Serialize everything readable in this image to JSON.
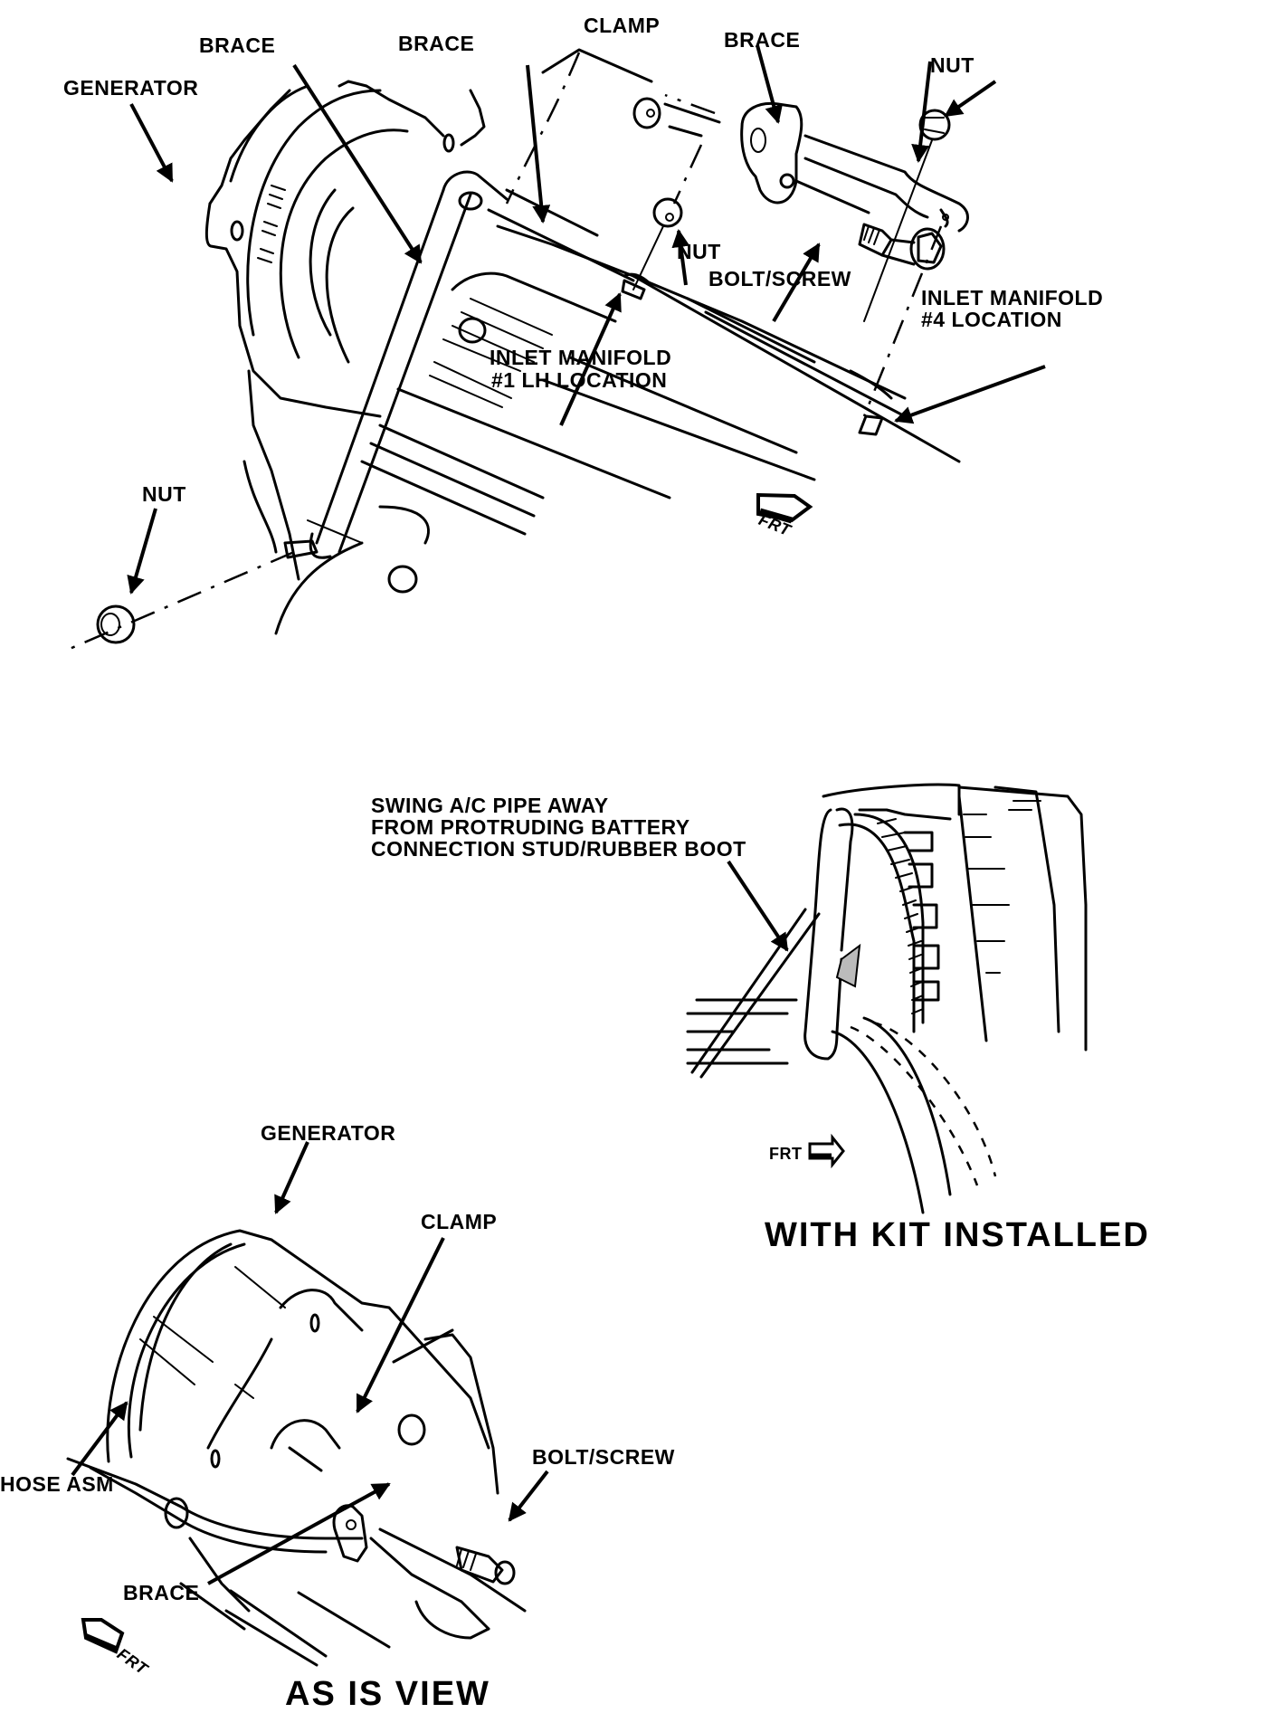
{
  "figure": {
    "top_view": {
      "labels": {
        "generator": "GENERATOR",
        "brace_left": "BRACE",
        "brace_mid": "BRACE",
        "clamp": "CLAMP",
        "brace_right": "BRACE",
        "nut_top_right": "NUT",
        "nut_center": "NUT",
        "bolt_screw": "BOLT/SCREW",
        "inlet_manifold_4_line1": "INLET MANIFOLD",
        "inlet_manifold_4_line2": "#4 LOCATION",
        "inlet_manifold_1_line1": "INLET MANIFOLD",
        "inlet_manifold_1_line2": "#1 LH LOCATION",
        "nut_lower_left": "NUT",
        "front_indicator": "FRT"
      }
    },
    "kit_view": {
      "note_line1": "SWING A/C PIPE AWAY",
      "note_line2": "FROM PROTRUDING BATTERY",
      "note_line3": "CONNECTION STUD/RUBBER BOOT",
      "front_indicator": "FRT",
      "caption": "WITH KIT INSTALLED"
    },
    "as_is_view": {
      "labels": {
        "generator": "GENERATOR",
        "clamp": "CLAMP",
        "hose_asm": "HOSE ASM",
        "bolt_screw": "BOLT/SCREW",
        "brace": "BRACE",
        "front_indicator": "FRT"
      },
      "caption": "AS IS VIEW"
    }
  }
}
